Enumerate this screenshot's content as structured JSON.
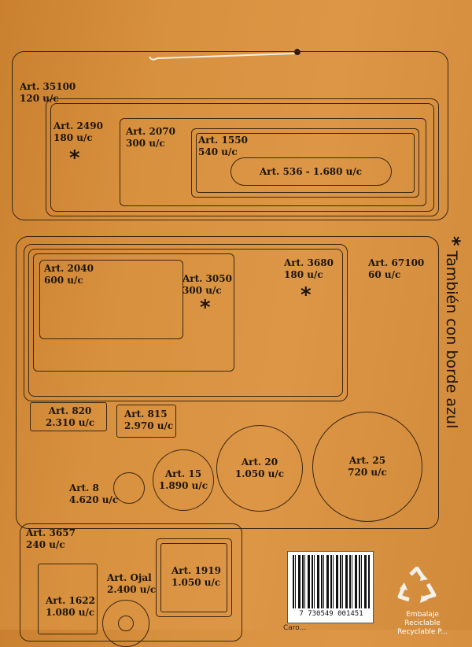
{
  "group1": {
    "a35100": {
      "name": "Art. 35100",
      "qty": "120 u/c"
    },
    "a2490": {
      "name": "Art. 2490",
      "qty": "180 u/c"
    },
    "a2070": {
      "name": "Art. 2070",
      "qty": "300 u/c"
    },
    "a1550": {
      "name": "Art. 1550",
      "qty": "540 u/c"
    },
    "a536": {
      "name": "Art. 536 - 1.680  u/c"
    }
  },
  "group2": {
    "a2040": {
      "name": "Art. 2040",
      "qty": "600 u/c"
    },
    "a3050": {
      "name": "Art. 3050",
      "qty": "300 u/c"
    },
    "a3680": {
      "name": "Art. 3680",
      "qty": "180 u/c"
    },
    "a67100": {
      "name": "Art. 67100",
      "qty": "60 u/c"
    },
    "a820": {
      "name": "Art. 820",
      "qty": "2.310 u/c"
    },
    "a815": {
      "name": "Art. 815",
      "qty": "2.970 u/c"
    },
    "a8": {
      "name": "Art. 8",
      "qty": "4.620 u/c"
    },
    "a15": {
      "name": "Art. 15",
      "qty": "1.890 u/c"
    },
    "a20": {
      "name": "Art. 20",
      "qty": "1.050 u/c"
    },
    "a25": {
      "name": "Art. 25",
      "qty": "720 u/c"
    }
  },
  "group3": {
    "a3657": {
      "name": "Art. 3657",
      "qty": "240 u/c"
    },
    "a1622": {
      "name": "Art. 1622",
      "qty": "1.080 u/c"
    },
    "ojal": {
      "name": "Art. Ojal",
      "qty": "2.400 u/c"
    },
    "a1919": {
      "name": "Art. 1919",
      "qty": "1.050 u/c"
    }
  },
  "star_symbol": "*",
  "side_note": "También con borde azul",
  "barcode_number": "7 730549 001451",
  "recycle_label": "Embalaje Reciclable",
  "recycle_label_2": "Recyclable P...",
  "bottom_text": "Caro..."
}
